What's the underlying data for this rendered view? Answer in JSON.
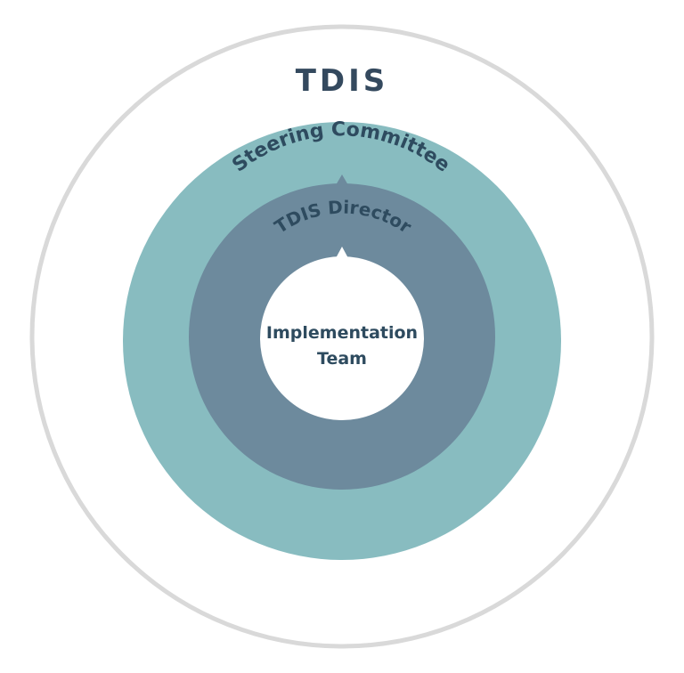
{
  "title": "TDIS",
  "rings": {
    "outer": {
      "label": "Steering Committee",
      "color": "#88bcc0"
    },
    "middle": {
      "label": "TDIS Director",
      "color": "#6d8a9d"
    },
    "inner": {
      "label_line1": "Implementation",
      "label_line2": "Team",
      "color": "#ffffff"
    }
  },
  "border_color": "#d9d9d9",
  "text_color": "#2e4b5f"
}
